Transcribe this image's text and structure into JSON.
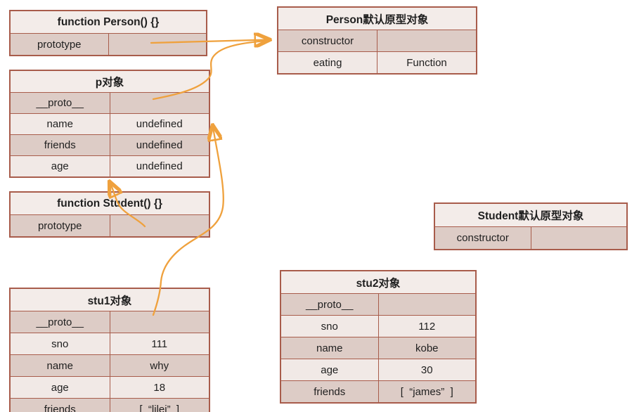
{
  "colors": {
    "table_border": "#a85c4b",
    "row_dark": "#ddccc6",
    "row_light": "#f1e9e6",
    "header_bg": "#f3ece9",
    "arrow": "#efa13d",
    "text": "#1f1f1f",
    "background": "#ffffff"
  },
  "tables": [
    {
      "id": "person-function",
      "title": "function Person() {}",
      "rows": [
        {
          "key": "prototype",
          "value": ""
        }
      ]
    },
    {
      "id": "person-default-prototype-object",
      "title": "Person默认原型对象",
      "rows": [
        {
          "key": "constructor",
          "value": ""
        },
        {
          "key": "eating",
          "value": "Function"
        }
      ]
    },
    {
      "id": "p-object",
      "title": "p对象",
      "rows": [
        {
          "key": "__proto__",
          "value": ""
        },
        {
          "key": "name",
          "value": "undefined"
        },
        {
          "key": "friends",
          "value": "undefined"
        },
        {
          "key": "age",
          "value": "undefined"
        }
      ]
    },
    {
      "id": "student-function",
      "title": "function Student() {}",
      "rows": [
        {
          "key": "prototype",
          "value": ""
        }
      ]
    },
    {
      "id": "student-default-prototype-object",
      "title": "Student默认原型对象",
      "rows": [
        {
          "key": "constructor",
          "value": ""
        }
      ]
    },
    {
      "id": "stu1-object",
      "title": "stu1对象",
      "rows": [
        {
          "key": "__proto__",
          "value": ""
        },
        {
          "key": "sno",
          "value": "111"
        },
        {
          "key": "name",
          "value": "why"
        },
        {
          "key": "age",
          "value": "18"
        },
        {
          "key": "friends",
          "value": "[  “lilei”  ]"
        }
      ]
    },
    {
      "id": "stu2-object",
      "title": "stu2对象",
      "rows": [
        {
          "key": "__proto__",
          "value": ""
        },
        {
          "key": "sno",
          "value": "112"
        },
        {
          "key": "name",
          "value": "kobe"
        },
        {
          "key": "age",
          "value": "30"
        },
        {
          "key": "friends",
          "value": "[  “james”  ]"
        }
      ]
    }
  ],
  "arrows": [
    {
      "name": "person-prototype-to-person-proto-object",
      "from": "function Person().prototype",
      "to": "Person默认原型对象"
    },
    {
      "name": "p-proto-to-person-proto-object",
      "from": "p对象.__proto__",
      "to": "Person默认原型对象"
    },
    {
      "name": "student-prototype-to-p-object",
      "from": "function Student().prototype",
      "to": "p对象"
    },
    {
      "name": "stu1-proto-to-p-object",
      "from": "stu1对象.__proto__",
      "to": "p对象"
    }
  ]
}
